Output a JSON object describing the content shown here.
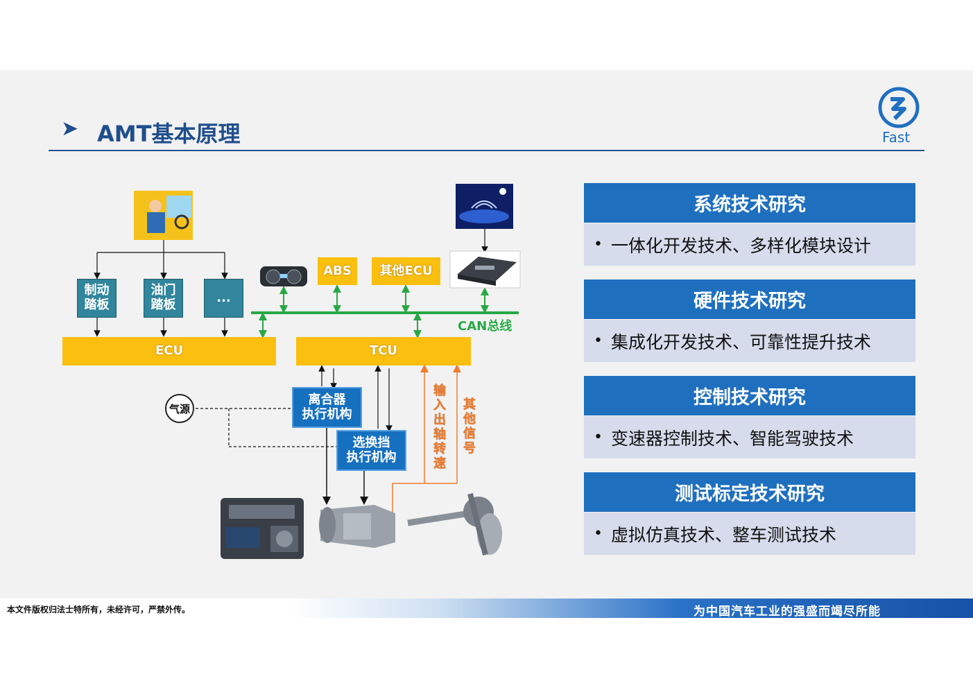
{
  "slide": {
    "title": "AMT基本原理",
    "title_marker": "➤",
    "logo_text": "Fast"
  },
  "diagram": {
    "pedal_brake": "制动\n踏板",
    "pedal_throttle": "油门\n踏板",
    "pedal_more": "...",
    "ecu": "ECU",
    "tcu": "TCU",
    "abs": "ABS",
    "other_ecu": "其他ECU",
    "can_bus": "CAN总线",
    "air_source": "气源",
    "clutch_actuator": "离合器\n执行机构",
    "shift_actuator": "选换挡\n执行机构",
    "io_speed": "输入出轴转速",
    "other_signal": "其他信号"
  },
  "panels": [
    {
      "head": "系统技术研究",
      "body": "一体化开发技术、多样化模块设计"
    },
    {
      "head": "硬件技术研究",
      "body": "集成化开发技术、可靠性提升技术"
    },
    {
      "head": "控制技术研究",
      "body": "变速器控制技术、智能驾驶技术"
    },
    {
      "head": "测试标定技术研究",
      "body": "虚拟仿真技术、整车测试技术"
    }
  ],
  "footer": {
    "copyright": "本文件版权归法士特所有，未经许可，严禁外传。",
    "slogan": "为中国汽车工业的强盛而竭尽所能"
  },
  "colors": {
    "brand_blue": "#1f6fbf",
    "teal": "#31859c",
    "gold": "#fbbf0f",
    "can_green": "#28a845",
    "signal_orange": "#ed7d31"
  }
}
